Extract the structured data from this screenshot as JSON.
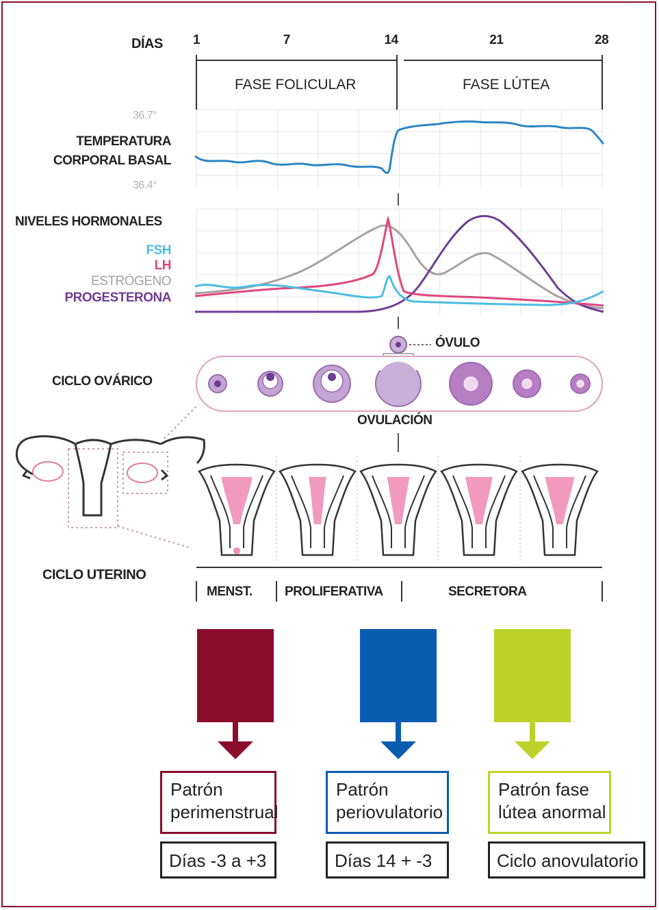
{
  "axis": {
    "label": "DÍAS",
    "ticks": [
      {
        "value": 1,
        "label": "1"
      },
      {
        "value": 7,
        "label": "7"
      },
      {
        "value": 14,
        "label": "14"
      },
      {
        "value": 21,
        "label": "21"
      },
      {
        "value": 28,
        "label": "28"
      }
    ]
  },
  "phases": {
    "follicular": "FASE FOLICULAR",
    "luteal": "FASE LÚTEA"
  },
  "temperature": {
    "title_line1": "TEMPERATURA",
    "title_line2": "CORPORAL BASAL",
    "high": "36.7°",
    "low": "36.4°"
  },
  "hormones": {
    "title": "NIVELES HORMONALES",
    "fsh": "FSH",
    "lh": "LH",
    "estrogen": "ESTRÓGENO",
    "progesterone": "PROGESTERONA"
  },
  "ovary": {
    "title": "CICLO OVÁRICO",
    "ovum": "ÓVULO",
    "ovulation": "OVULACIÓN"
  },
  "uterus": {
    "title": "CICLO UTERINO",
    "menst": "MENST.",
    "proliferative": "PROLIFERATIVA",
    "secretory": "SECRETORA"
  },
  "patterns": [
    {
      "line1": "Patrón",
      "line2": "perimenstrual",
      "days": "Días -3 a +3",
      "color": "#8a0d2d"
    },
    {
      "line1": "Patrón",
      "line2": "periovulatorio",
      "days": "Días 14 + -3",
      "color": "#0a5cb0"
    },
    {
      "line1": "Patrón fase",
      "line2": "lútea anormal",
      "days": "Ciclo anovulatorio",
      "color": "#bcd22a"
    }
  ],
  "colors": {
    "temperature": "#2a86c4",
    "fsh": "#4bbde0",
    "lh": "#e0457e",
    "estrogen": "#a8a0a0",
    "progesterone": "#6e3c92",
    "ovary": "#b77ec4"
  }
}
